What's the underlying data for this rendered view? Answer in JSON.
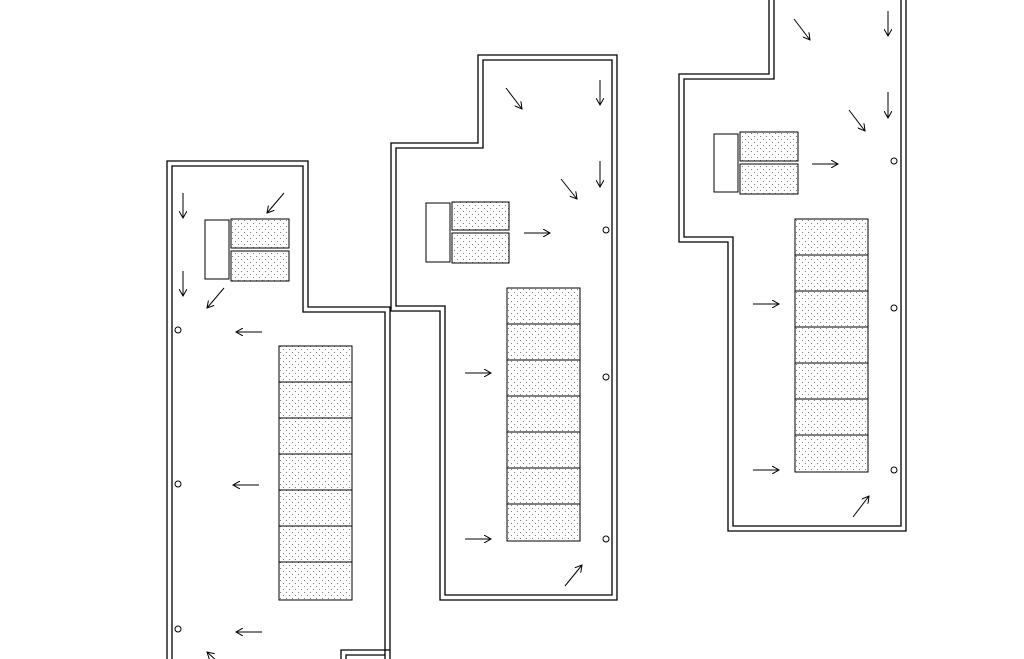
{
  "diagram": {
    "type": "floor-plan",
    "units": 3,
    "cells_per_unit": 7,
    "colors": {
      "line": "#000000",
      "background": "#ffffff"
    }
  }
}
